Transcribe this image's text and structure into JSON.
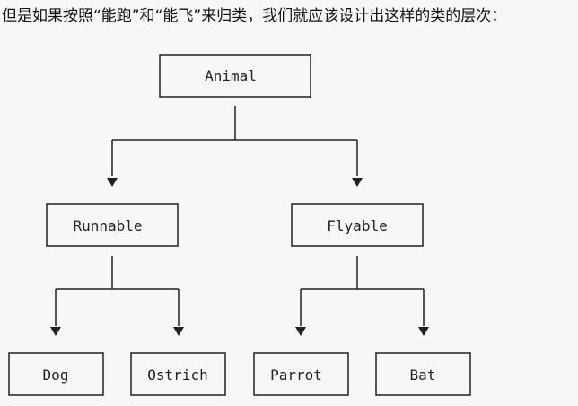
{
  "intro_text": "但是如果按照“能跑”和“能飞”来归类，我们就应该设计出这样的类的层次：",
  "hierarchy": {
    "root": "Animal",
    "children": [
      {
        "label": "Runnable",
        "children": [
          "Dog",
          "Ostrich"
        ]
      },
      {
        "label": "Flyable",
        "children": [
          "Parrot",
          "Bat"
        ]
      }
    ]
  }
}
